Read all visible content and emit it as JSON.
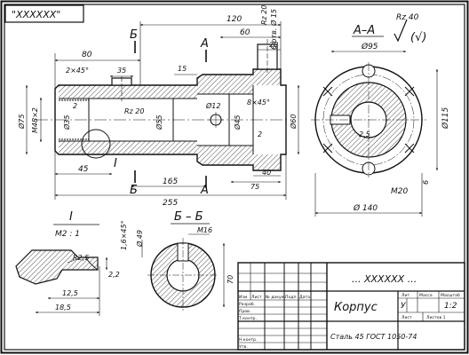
{
  "corner_stamp": "\"ХХХХХХ\"",
  "main_view": {
    "dims": [
      "120",
      "60",
      "20",
      "80",
      "35",
      "15",
      "2×45°",
      "Ø75",
      "M48×2",
      "Ø35",
      "Rz 20",
      "Ø55",
      "Ø12",
      "Ø45",
      "8×45°",
      "2",
      "Ø60",
      "45",
      "165",
      "255",
      "40",
      "75",
      "Rz 20",
      "6 отв. Ø 15",
      "2"
    ],
    "section_labels": [
      "Б",
      "А",
      "Б",
      "А"
    ],
    "detail_mark": "I"
  },
  "section_aa": {
    "title": "А–А",
    "roughness": "Rz 40",
    "roughness_paren": "(√)",
    "dims": [
      "Ø95",
      "Ø115",
      "Ø 140",
      "M20",
      "6",
      "2,5"
    ]
  },
  "detail_i": {
    "title": "I",
    "scale": "М2 : 1",
    "dims": [
      "R2,5",
      "2,2",
      "12,5",
      "18,5"
    ]
  },
  "section_bb": {
    "title": "Б – Б",
    "dims": [
      "М16",
      "Ø 49",
      "1,6×45°",
      "70"
    ]
  },
  "title_block": {
    "designation": "... ХХХХХХ ...",
    "name": "Корпус",
    "material": "Сталь 45 ГОСТ 1050-74",
    "col_headers": [
      "Изм",
      "Лист",
      "№ докум.",
      "Подп.",
      "Дата"
    ],
    "rows": [
      "Разраб.",
      "Пров.",
      "Т.контр.",
      "Н.контр.",
      "Утв."
    ],
    "lit_label": "Лит",
    "mass_label": "Масса",
    "scale_label": "Масштаб",
    "lit_value": "У",
    "scale_value": "1:2",
    "sheet_label": "Лист",
    "sheets_label": "Листов 1"
  }
}
